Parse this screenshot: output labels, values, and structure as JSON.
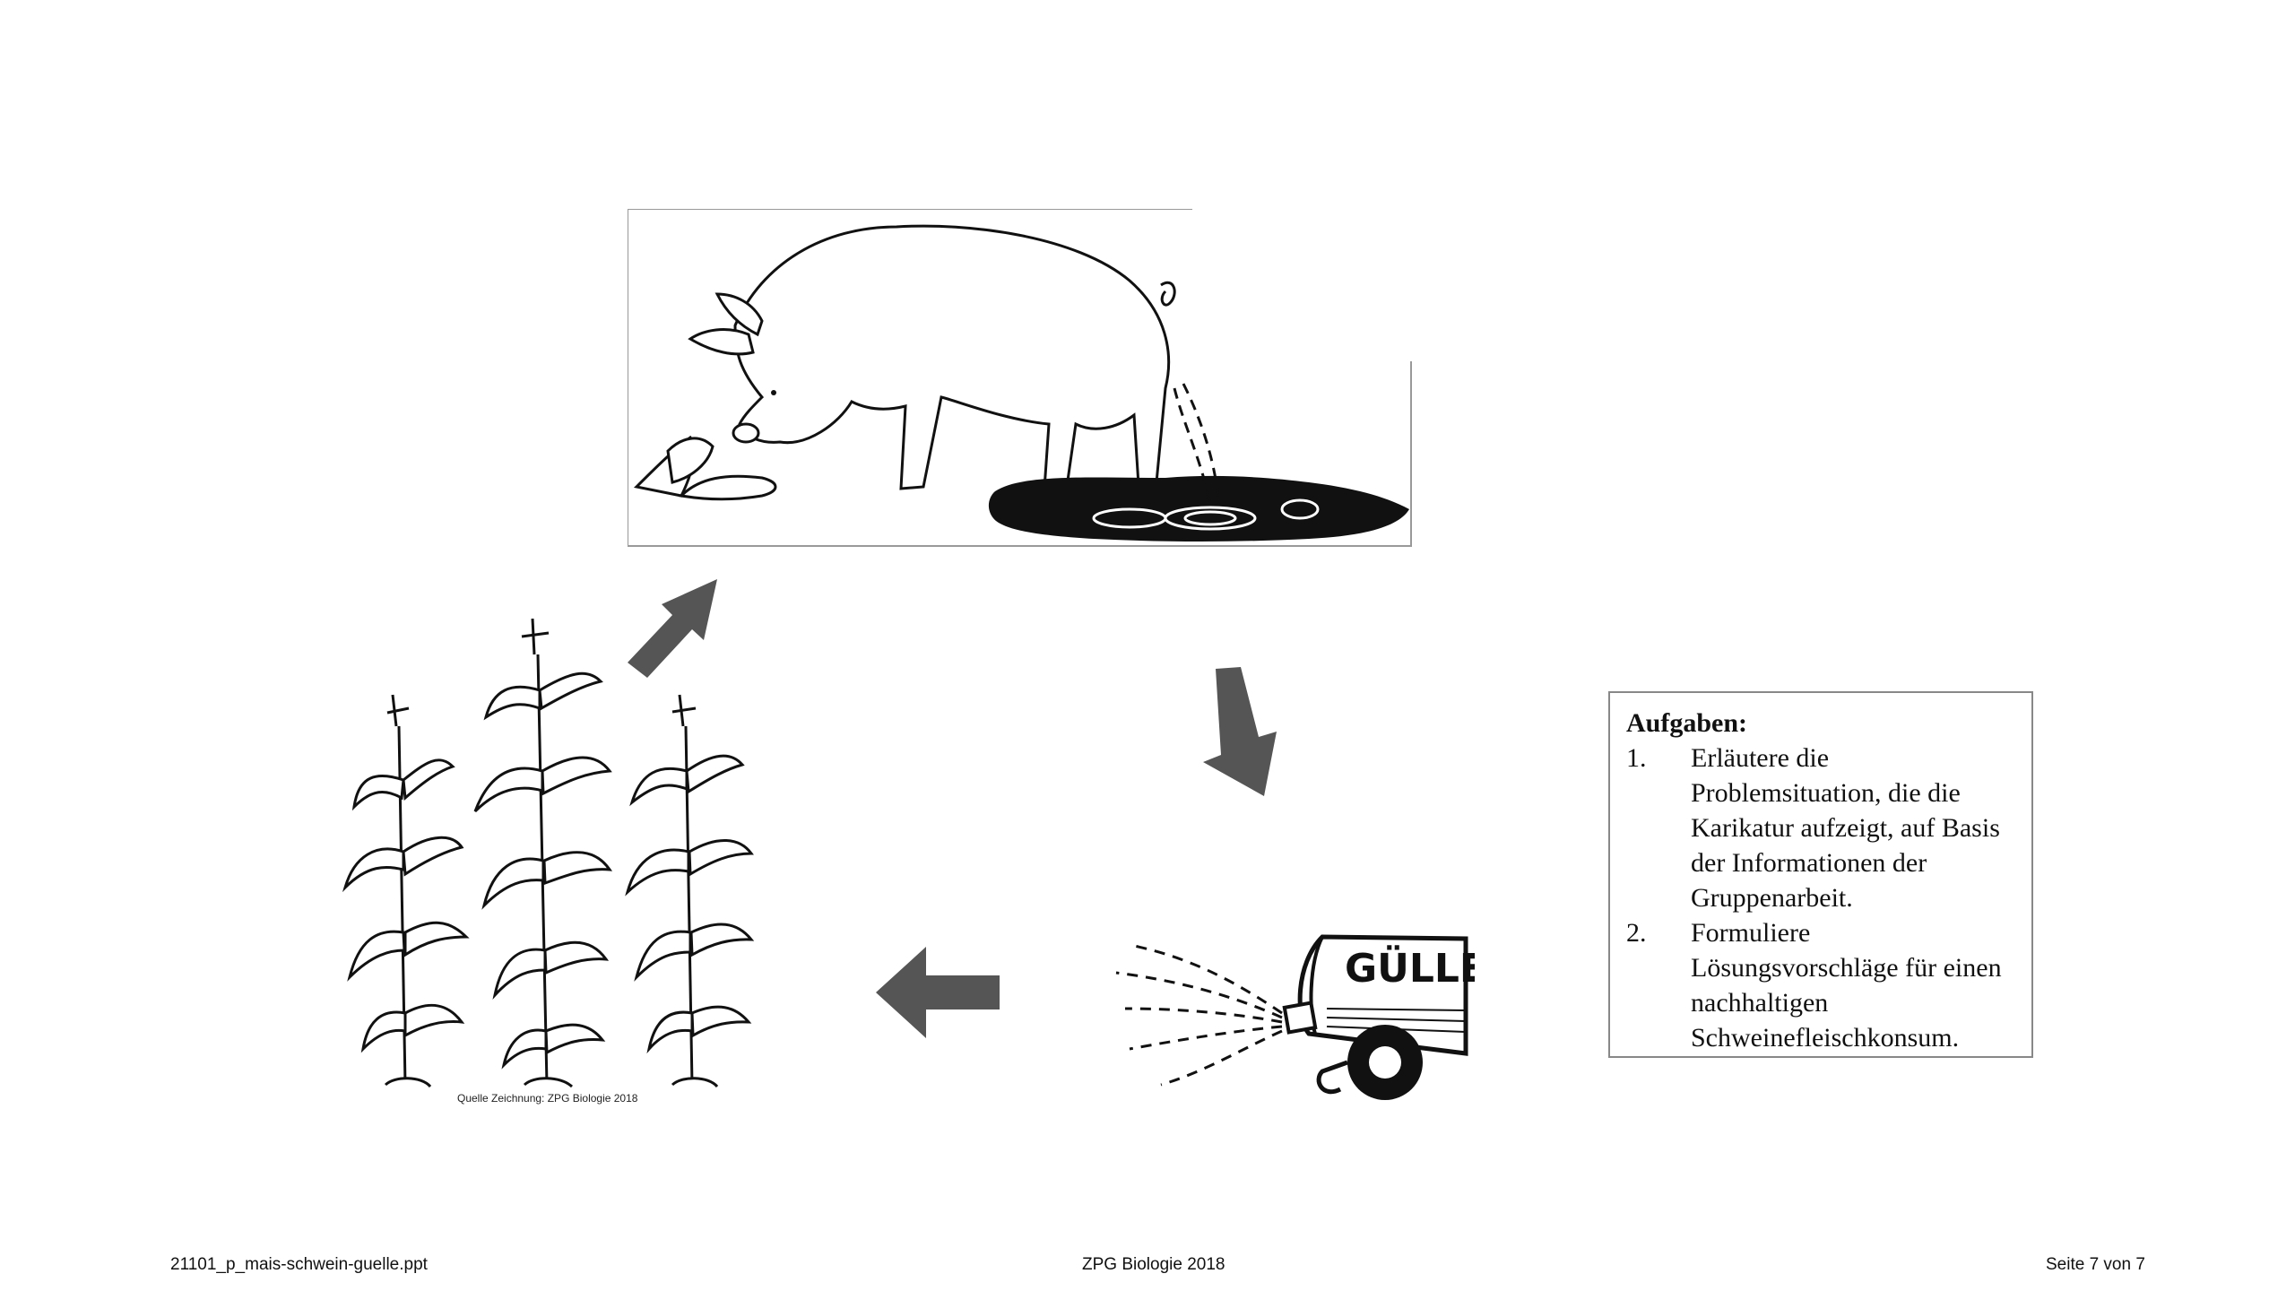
{
  "illustration": {
    "credit": "Quelle Zeichnung: ZPG Biologie 2018",
    "tank_label": "GÜLLE"
  },
  "tasks": {
    "title": "Aufgaben:",
    "items": [
      {
        "num": "1.",
        "text": "Erläutere die Problemsituation, die die Karikatur aufzeigt, auf Basis der Informationen der Gruppenarbeit."
      },
      {
        "num": "2.",
        "text": "Formuliere Lösungsvorschläge für einen nachhaltigen Schweinefleischkonsum."
      }
    ]
  },
  "footer": {
    "filename": "21101_p_mais-schwein-guelle.ppt",
    "center": "ZPG Biologie 2018",
    "page": "Seite 7 von 7"
  }
}
